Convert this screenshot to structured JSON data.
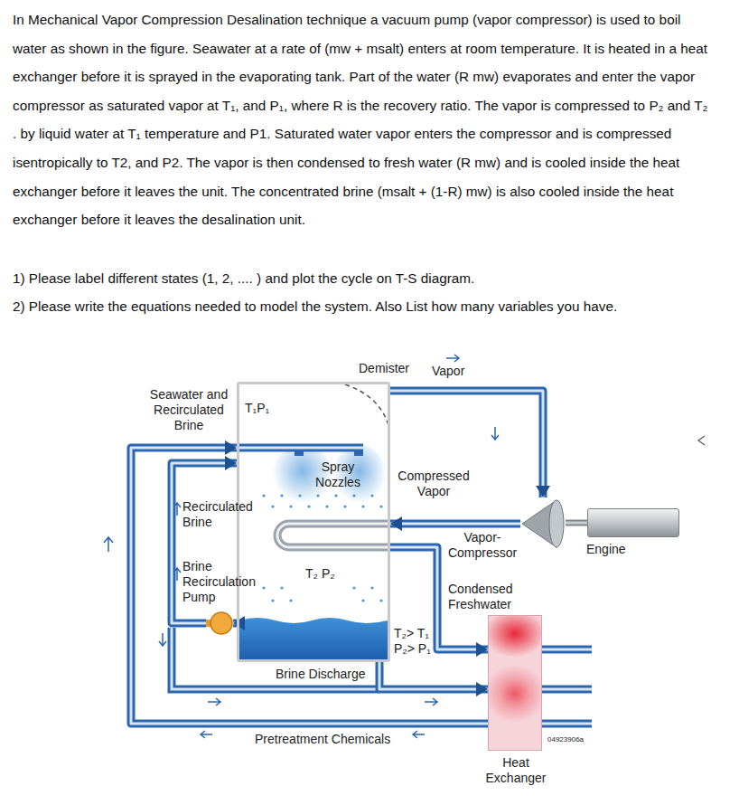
{
  "diagram": {
    "nodes": [
      {
        "text": [
          "Demister",
          "T₁P₁"
        ]
      },
      {
        "text": [
          "Vapor-Compressor"
        ]
      },
      {
        "text": [
          "Engine"
        ]
      },
      {
        "text": [
          "Heat Exchanger"
        ]
      },
      {
        "text": [
          "Brine Recirculation Pump"
        ]
      }
    ],
    "edges": [
      {
        "from": 0,
        "to": 1,
        "label": "Vapor",
        "arrow": "to"
      },
      {
        "from": 1,
        "to": 0,
        "label": "Compressed Vapor",
        "arrow": "to"
      },
      {
        "from": 0,
        "to": 3,
        "label": "Condensed Freshwater",
        "arrow": "to"
      },
      {
        "from": 2,
        "to": 1,
        "arrow": "none"
      },
      {
        "from": 0,
        "to": 4,
        "arrow": "to"
      },
      {
        "from": 4,
        "to": 0,
        "label": "Recirculated Brine",
        "arrow": "to"
      },
      {
        "from": 0,
        "to": 3,
        "label": "Brine Discharge",
        "arrow": "to"
      },
      {
        "from": 3,
        "to": 0,
        "label": "Pretreatment Chemicals",
        "arrow": "to"
      }
    ],
    "labels": [
      "In Mechanical Vapor Compression Desalination technique a vacuum pump (vapor compressor) is used to boil water as shown in the figure. Seawater at a rate of (mw + msalt) enters at room temperature. It is heated in a heat exchanger before it is sprayed in the evaporating tank. Part of the water (R mw) evaporates and enter the vapor compressor as saturated vapor at T₁, and P₁, where R is the recovery ratio. The vapor is compressed to P₂ and T₂ . by liquid water at T₁ temperature and P1. Saturated water vapor enters the compressor and is compressed isentropically to T2, and P2. The vapor is then condensed to fresh water (R mw) and is cooled inside the heat exchanger before it leaves the unit. The concentrated brine (msalt + (1-R) mw) is also cooled inside the heat exchanger before it leaves the desalination unit.",
      "1) Please label different states (1, 2, .... ) and plot the cycle on T-S diagram.",
      "2) Please write the equations needed to model the system. Also List how many variables you have.",
      "Seawater and Recirculated Brine",
      "Spray Nozzles",
      "T₂ P₂",
      "T₂> T₁ P₂> P₁",
      "04923906a"
    ]
  }
}
